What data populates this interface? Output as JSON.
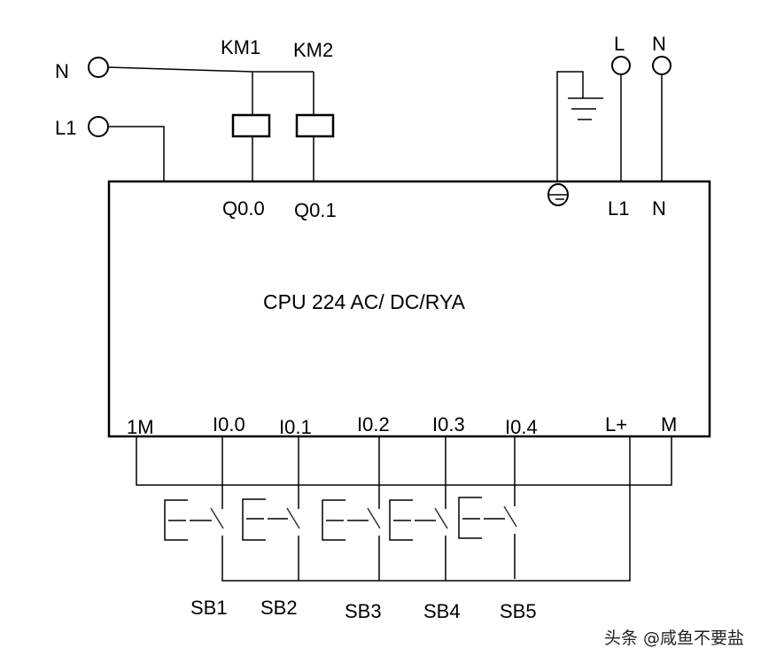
{
  "plc": {
    "model": "CPU 224  AC/ DC/RYA",
    "top_terminals": [
      "Q0.0",
      "Q0.1",
      "L1",
      "N"
    ],
    "ground_terminal_icon": "protective-earth-icon",
    "bottom_terminals": [
      "1M",
      "I0.0",
      "I0.1",
      "I0.2",
      "I0.3",
      "I0.4",
      "L+",
      "M"
    ]
  },
  "supply_left": {
    "terminals": [
      "N",
      "L1"
    ]
  },
  "supply_right": {
    "terminals": [
      "L",
      "N"
    ],
    "ground_icon": "ground-icon"
  },
  "coils": [
    "KM1",
    "KM2"
  ],
  "pushbuttons": [
    "SB1",
    "SB2",
    "SB3",
    "SB4",
    "SB5"
  ],
  "watermark": "头条 @咸鱼不要盐"
}
